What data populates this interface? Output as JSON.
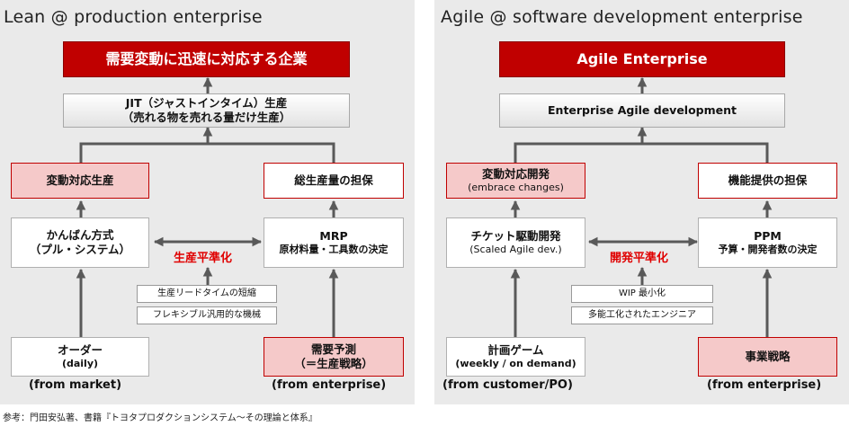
{
  "left": {
    "title": "Lean @ production enterprise",
    "goal": "需要変動に迅速に対応する企業",
    "system": {
      "line1": "JIT（ジャストインタイム）生産",
      "line2": "（売れる物を売れる量だけ生産）"
    },
    "upper_left": "変動対応生産",
    "upper_right": "総生産量の担保",
    "mid_left": {
      "line1": "かんばん方式",
      "line2": "（プル・システム）"
    },
    "mid_right": {
      "line1": "MRP",
      "line2": "原材料量・工具数の決定"
    },
    "center_label": "生産平準化",
    "enablers": [
      "生産リードタイムの短縮",
      "フレキシブル汎用的な機械"
    ],
    "bottom_left": {
      "line1": "オーダー",
      "line2": "(daily)"
    },
    "bottom_right": {
      "line1": "需要予測",
      "line2": "（＝生産戦略）"
    },
    "source_left": "(from market)",
    "source_right": "(from enterprise)"
  },
  "right": {
    "title": "Agile @ software development enterprise",
    "goal": "Agile Enterprise",
    "system": "Enterprise Agile development",
    "upper_left": {
      "line1": "変動対応開発",
      "line2": "(embrace changes)"
    },
    "upper_right": "機能提供の担保",
    "mid_left": {
      "line1": "チケット駆動開発",
      "line2": "(Scaled Agile dev.)"
    },
    "mid_right": {
      "line1": "PPM",
      "line2": "予算・開発者数の決定"
    },
    "center_label": "開発平準化",
    "enablers": [
      "WIP 最小化",
      "多能工化されたエンジニア"
    ],
    "bottom_left": {
      "line1": "計画ゲーム",
      "line2": "(weekly / on demand)"
    },
    "bottom_right": "事業戦略",
    "source_left": "(from customer/PO)",
    "source_right": "(from enterprise)"
  },
  "footnote": "参考：門田安弘著、書籍『トヨタプロダクションシステム〜その理論と体系』"
}
